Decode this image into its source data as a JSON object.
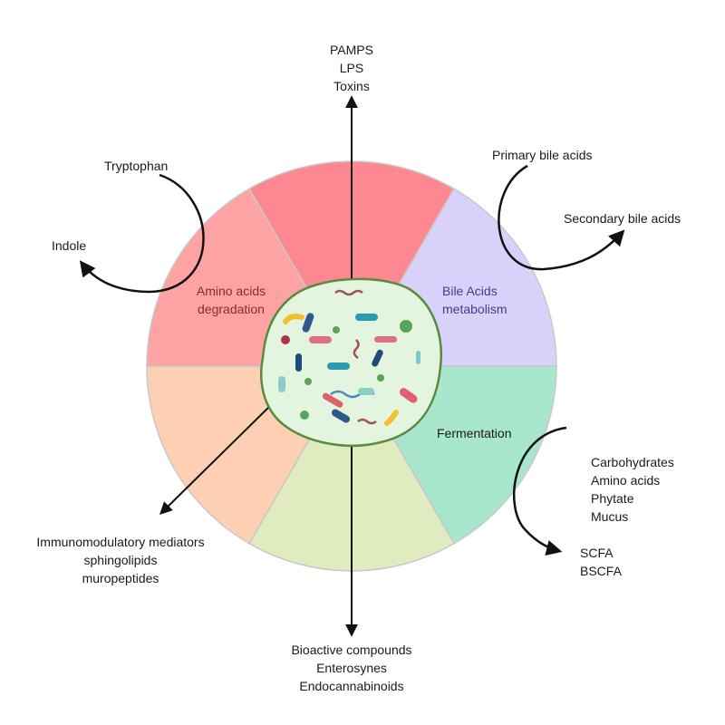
{
  "colors": {
    "top": "#fd8891",
    "upper_left": "#fea3a3",
    "upper_right": "#d8d2fb",
    "lower_right": "#a8e6cd",
    "bottom": "#e0ecc0",
    "lower_left": "#fdd0b4",
    "microbiota_fill": "#e3f5df",
    "microbiota_stroke": "#5a8a3c"
  },
  "sectors": {
    "amino": [
      "Amino acids",
      "degradation"
    ],
    "bile": [
      "Bile Acids",
      "metabolism"
    ],
    "fermentation": "Fermentation"
  },
  "top_labels": [
    "PAMPS",
    "LPS",
    "Toxins"
  ],
  "tryptophan": {
    "from": "Tryptophan",
    "to": "Indole"
  },
  "bile_acids": {
    "from": "Primary bile acids",
    "to": "Secondary bile acids"
  },
  "fermentation_inputs": [
    "Carbohydrates",
    "Amino acids",
    "Phytate",
    "Mucus"
  ],
  "fermentation_outputs": [
    "SCFA",
    "BSCFA"
  ],
  "lower_left_labels": [
    "Immunomodulatory mediators",
    "sphingolipids",
    "muropeptides"
  ],
  "bottom_labels": [
    "Bioactive compounds",
    "Enterosynes",
    "Endocannabinoids"
  ]
}
